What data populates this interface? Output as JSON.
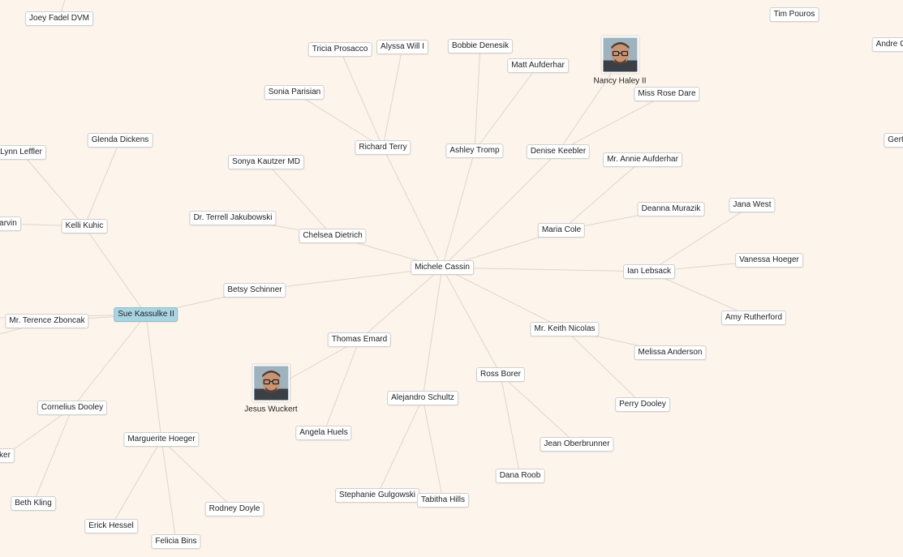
{
  "nodes": [
    {
      "id": "joey",
      "label": "Joey Fadel DVM"
    },
    {
      "id": "tim",
      "label": "Tim Pouros"
    },
    {
      "id": "andre",
      "label": "Andre C"
    },
    {
      "id": "gert",
      "label": "Gert"
    },
    {
      "id": "tricia",
      "label": "Tricia Prosacco"
    },
    {
      "id": "alyssa",
      "label": "Alyssa Will I"
    },
    {
      "id": "bobbie",
      "label": "Bobbie Denesik"
    },
    {
      "id": "matt",
      "label": "Matt Aufderhar"
    },
    {
      "id": "rose",
      "label": "Miss Rose Dare"
    },
    {
      "id": "sonia",
      "label": "Sonia Parisian"
    },
    {
      "id": "richard",
      "label": "Richard Terry"
    },
    {
      "id": "ashley",
      "label": "Ashley Tromp"
    },
    {
      "id": "denise",
      "label": "Denise Keebler"
    },
    {
      "id": "annie",
      "label": "Mr. Annie Aufderhar"
    },
    {
      "id": "lynn",
      "label": "Lynn Leffler"
    },
    {
      "id": "glenda",
      "label": "Glenda Dickens"
    },
    {
      "id": "sonya",
      "label": "Sonya Kautzer MD"
    },
    {
      "id": "terrell",
      "label": "Dr. Terrell Jakubowski"
    },
    {
      "id": "deanna",
      "label": "Deanna Murazik"
    },
    {
      "id": "jana",
      "label": "Jana West"
    },
    {
      "id": "arvin",
      "label": "arvin"
    },
    {
      "id": "kelli",
      "label": "Kelli Kuhic"
    },
    {
      "id": "maria",
      "label": "Maria Cole"
    },
    {
      "id": "chelsea",
      "label": "Chelsea Dietrich"
    },
    {
      "id": "vanessa",
      "label": "Vanessa Hoeger"
    },
    {
      "id": "michele",
      "label": "Michele Cassin"
    },
    {
      "id": "ian",
      "label": "Ian Lebsack"
    },
    {
      "id": "betsy",
      "label": "Betsy Schinner"
    },
    {
      "id": "sue",
      "label": "Sue Kassulke II",
      "selected": true
    },
    {
      "id": "amy",
      "label": "Amy Rutherford"
    },
    {
      "id": "terence",
      "label": "Mr. Terence Zboncak"
    },
    {
      "id": "keith",
      "label": "Mr. Keith Nicolas"
    },
    {
      "id": "thomas",
      "label": "Thomas Emard"
    },
    {
      "id": "melissa",
      "label": "Melissa Anderson"
    },
    {
      "id": "ross",
      "label": "Ross Borer"
    },
    {
      "id": "alejandro",
      "label": "Alejandro Schultz"
    },
    {
      "id": "cornelius",
      "label": "Cornelius Dooley"
    },
    {
      "id": "perry",
      "label": "Perry Dooley"
    },
    {
      "id": "angela",
      "label": "Angela Huels"
    },
    {
      "id": "marguerite",
      "label": "Marguerite Hoeger"
    },
    {
      "id": "jean",
      "label": "Jean Oberbrunner"
    },
    {
      "id": "ker",
      "label": "ker"
    },
    {
      "id": "dana",
      "label": "Dana Roob"
    },
    {
      "id": "stephanie",
      "label": "Stephanie Gulgowski"
    },
    {
      "id": "tabitha",
      "label": "Tabitha Hills"
    },
    {
      "id": "beth",
      "label": "Beth Kling"
    },
    {
      "id": "rodney",
      "label": "Rodney Doyle"
    },
    {
      "id": "erick",
      "label": "Erick Hessel"
    },
    {
      "id": "felicia",
      "label": "Felicia Bins"
    }
  ],
  "photo_nodes": [
    {
      "id": "nancy",
      "label": "Nancy Haley II",
      "icon": "person-photo"
    },
    {
      "id": "jesus",
      "label": "Jesus Wuckert",
      "icon": "person-photo"
    }
  ],
  "edges": [
    [
      "michele",
      "richard"
    ],
    [
      "michele",
      "ashley"
    ],
    [
      "michele",
      "denise"
    ],
    [
      "michele",
      "maria"
    ],
    [
      "michele",
      "chelsea"
    ],
    [
      "michele",
      "ian"
    ],
    [
      "michele",
      "betsy"
    ],
    [
      "michele",
      "keith"
    ],
    [
      "michele",
      "ross"
    ],
    [
      "michele",
      "alejandro"
    ],
    [
      "michele",
      "thomas"
    ],
    [
      "richard",
      "tricia"
    ],
    [
      "richard",
      "alyssa"
    ],
    [
      "richard",
      "sonia"
    ],
    [
      "ashley",
      "bobbie"
    ],
    [
      "ashley",
      "matt"
    ],
    [
      "denise",
      "nancy"
    ],
    [
      "denise",
      "rose"
    ],
    [
      "maria",
      "annie"
    ],
    [
      "maria",
      "deanna"
    ],
    [
      "chelsea",
      "sonya"
    ],
    [
      "chelsea",
      "terrell"
    ],
    [
      "ian",
      "jana"
    ],
    [
      "ian",
      "vanessa"
    ],
    [
      "ian",
      "amy"
    ],
    [
      "betsy",
      "sue"
    ],
    [
      "sue",
      "kelli"
    ],
    [
      "sue",
      "terence"
    ],
    [
      "sue",
      "cornelius"
    ],
    [
      "sue",
      "marguerite"
    ],
    [
      "kelli",
      "lynn"
    ],
    [
      "kelli",
      "glenda"
    ],
    [
      "kelli",
      "arvin"
    ],
    [
      "cornelius",
      "beth"
    ],
    [
      "cornelius",
      "ker"
    ],
    [
      "marguerite",
      "erick"
    ],
    [
      "marguerite",
      "felicia"
    ],
    [
      "marguerite",
      "rodney"
    ],
    [
      "keith",
      "melissa"
    ],
    [
      "keith",
      "perry"
    ],
    [
      "thomas",
      "jesus"
    ],
    [
      "thomas",
      "angela"
    ],
    [
      "ross",
      "jean"
    ],
    [
      "ross",
      "dana"
    ],
    [
      "alejandro",
      "stephanie"
    ],
    [
      "alejandro",
      "tabitha"
    ],
    [
      "joey",
      "top_offscreen"
    ],
    [
      "terence",
      "left_offscreen"
    ],
    [
      "sue",
      "left_offscreen2"
    ]
  ]
}
